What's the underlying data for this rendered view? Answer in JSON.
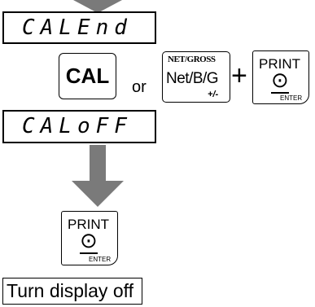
{
  "display_top": "CALEnd",
  "display_mid": "CALoFF",
  "keys": {
    "cal": "CAL",
    "or": "or",
    "netgross_top": "NET/GROSS",
    "netgross_main": "Net/B/G",
    "netgross_sub": "+/-",
    "plus": "+",
    "print": "PRINT",
    "print_symbol": "⊙",
    "enter": "ENTER"
  },
  "caption": "Turn display off"
}
